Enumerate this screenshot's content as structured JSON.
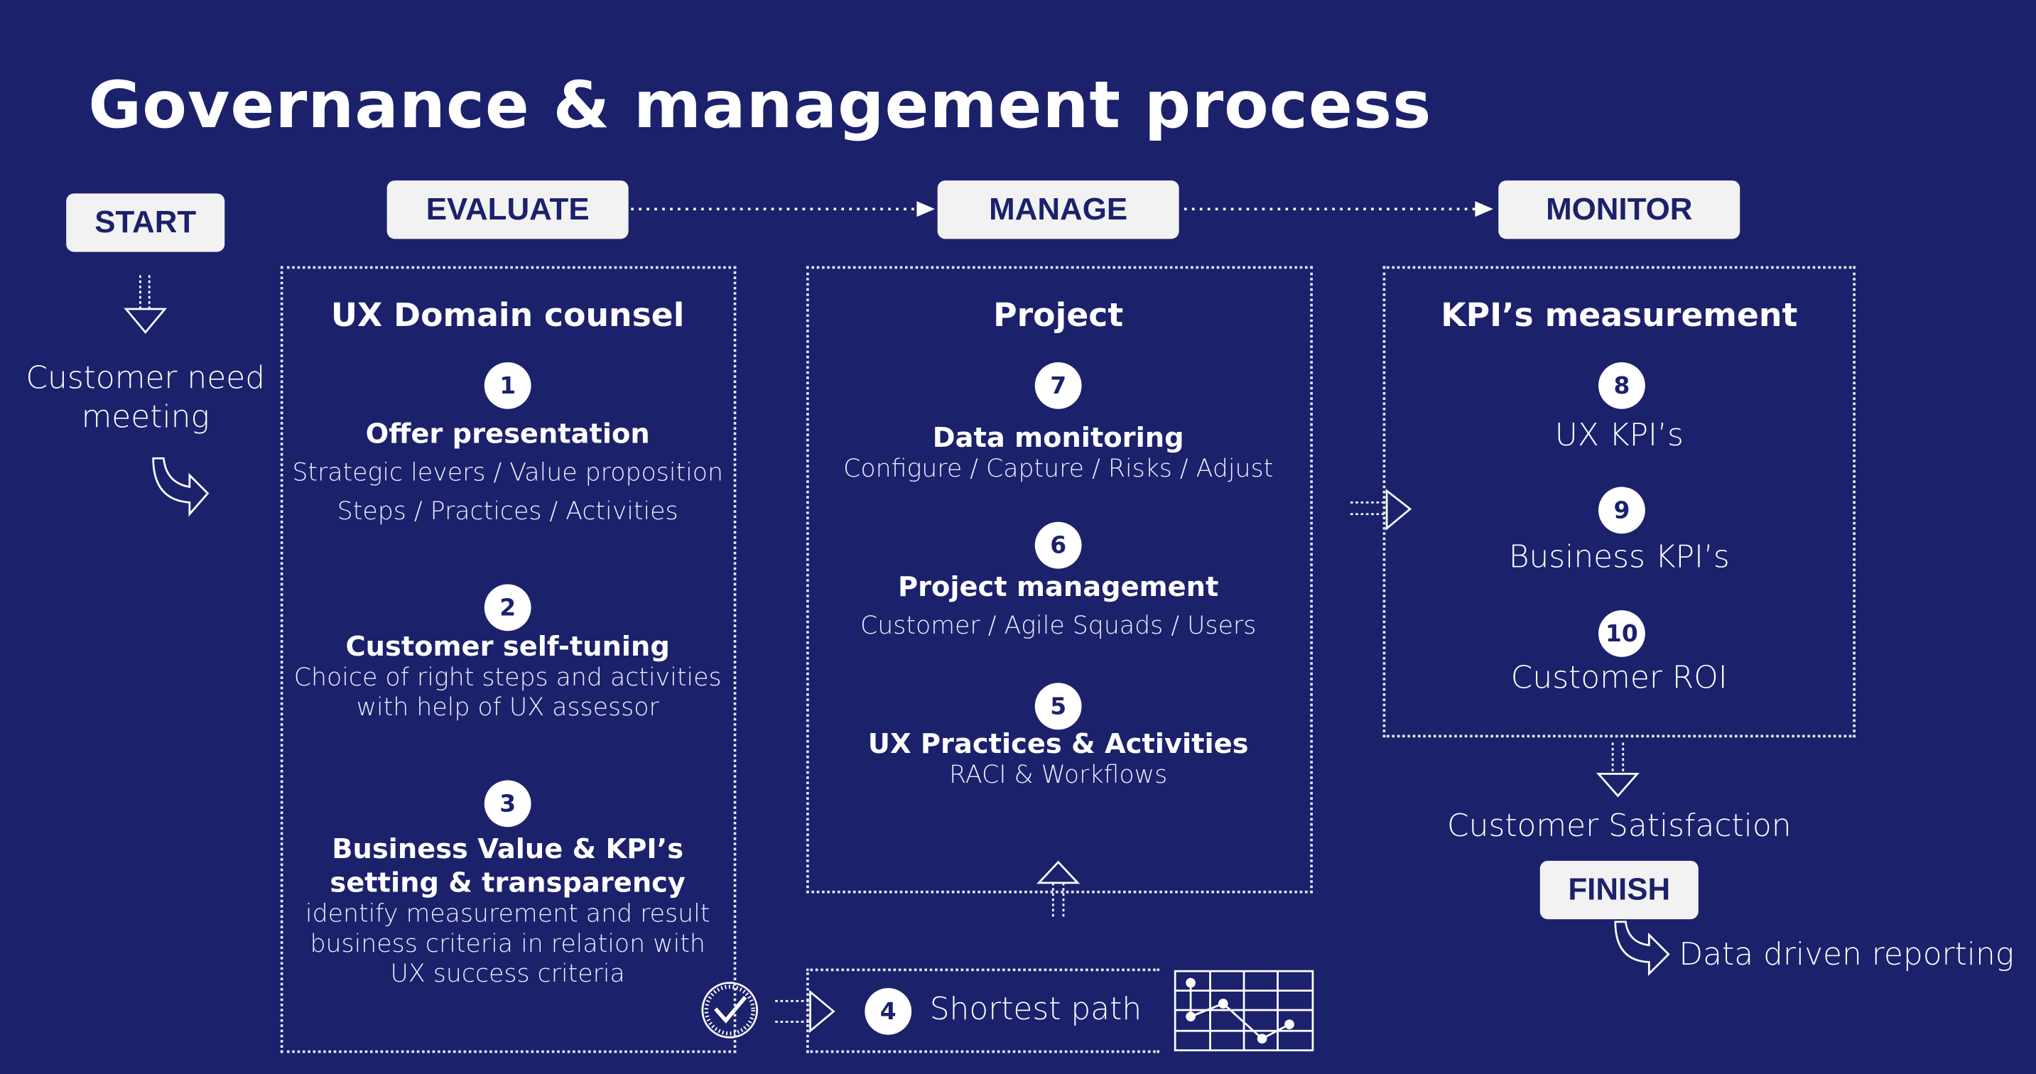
{
  "title": "Governance & management process",
  "stages": {
    "start": "START",
    "evaluate": "EVALUATE",
    "manage": "MANAGE",
    "monitor": "MONITOR",
    "finish": "FINISH"
  },
  "start_note": {
    "line1": "Customer need",
    "line2": "meeting"
  },
  "evaluate_box": {
    "heading": "UX Domain counsel",
    "steps": [
      {
        "num": "1",
        "title": "Offer presentation",
        "lines": [
          "Strategic levers / Value proposition",
          "Steps / Practices / Activities"
        ]
      },
      {
        "num": "2",
        "title": "Customer self-tuning",
        "lines": [
          "Choice of right steps and activities",
          "with help of UX assessor"
        ]
      },
      {
        "num": "3",
        "title_lines": [
          "Business Value & KPI’s",
          "setting & transparency"
        ],
        "lines": [
          "identify measurement and result",
          "business criteria in relation with",
          "UX success criteria"
        ]
      }
    ]
  },
  "manage_box": {
    "heading": "Project",
    "steps": [
      {
        "num": "7",
        "title": "Data monitoring",
        "lines": [
          "Configure / Capture / Risks / Adjust"
        ]
      },
      {
        "num": "6",
        "title": "Project management",
        "lines": [
          "Customer / Agile Squads / Users"
        ]
      },
      {
        "num": "5",
        "title": "UX Practices & Activities",
        "lines": [
          "RACI & Workflows"
        ]
      }
    ]
  },
  "shortest": {
    "num": "4",
    "label": "Shortest path"
  },
  "monitor_box": {
    "heading": "KPI’s measurement",
    "steps": [
      {
        "num": "8",
        "label": "UX KPI’s"
      },
      {
        "num": "9",
        "label": "Business KPI’s"
      },
      {
        "num": "10",
        "label": "Customer ROI"
      }
    ]
  },
  "satisfaction": "Customer Satisfaction",
  "reporting": "Data driven reporting"
}
